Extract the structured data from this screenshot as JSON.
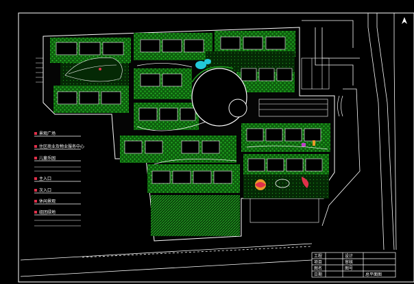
{
  "colors": {
    "background": "#000000",
    "frame": "#ffffff",
    "vegetation": "#1fa51f",
    "vegetation_dark": "#0d5e0d",
    "building": "#ffffff",
    "road": "#ffffff",
    "legend_swatch": "#e0304a",
    "pond": "#22c8d8",
    "sculpture_red": "#e0304a",
    "sculpture_orange": "#e89a2a",
    "magenta_accent": "#c040c8"
  },
  "legend": {
    "items": [
      {
        "label": "景观广场"
      },
      {
        "label": "住区商业及物业服务中心"
      },
      {
        "label": "儿童乐园"
      },
      {
        "label": "主入口"
      },
      {
        "label": "次入口"
      },
      {
        "label": "休闲景观"
      },
      {
        "label": "组团绿地"
      }
    ]
  },
  "title_block": {
    "rows": [
      {
        "cells": [
          "工程",
          "",
          "设计"
        ]
      },
      {
        "cells": [
          "项目",
          "",
          "审核"
        ]
      },
      {
        "cells": [
          "图名",
          "",
          "图号"
        ]
      },
      {
        "cells": [
          "日期",
          "总平面图",
          ""
        ]
      }
    ]
  },
  "icons": {
    "compass": "north-arrow-icon"
  }
}
